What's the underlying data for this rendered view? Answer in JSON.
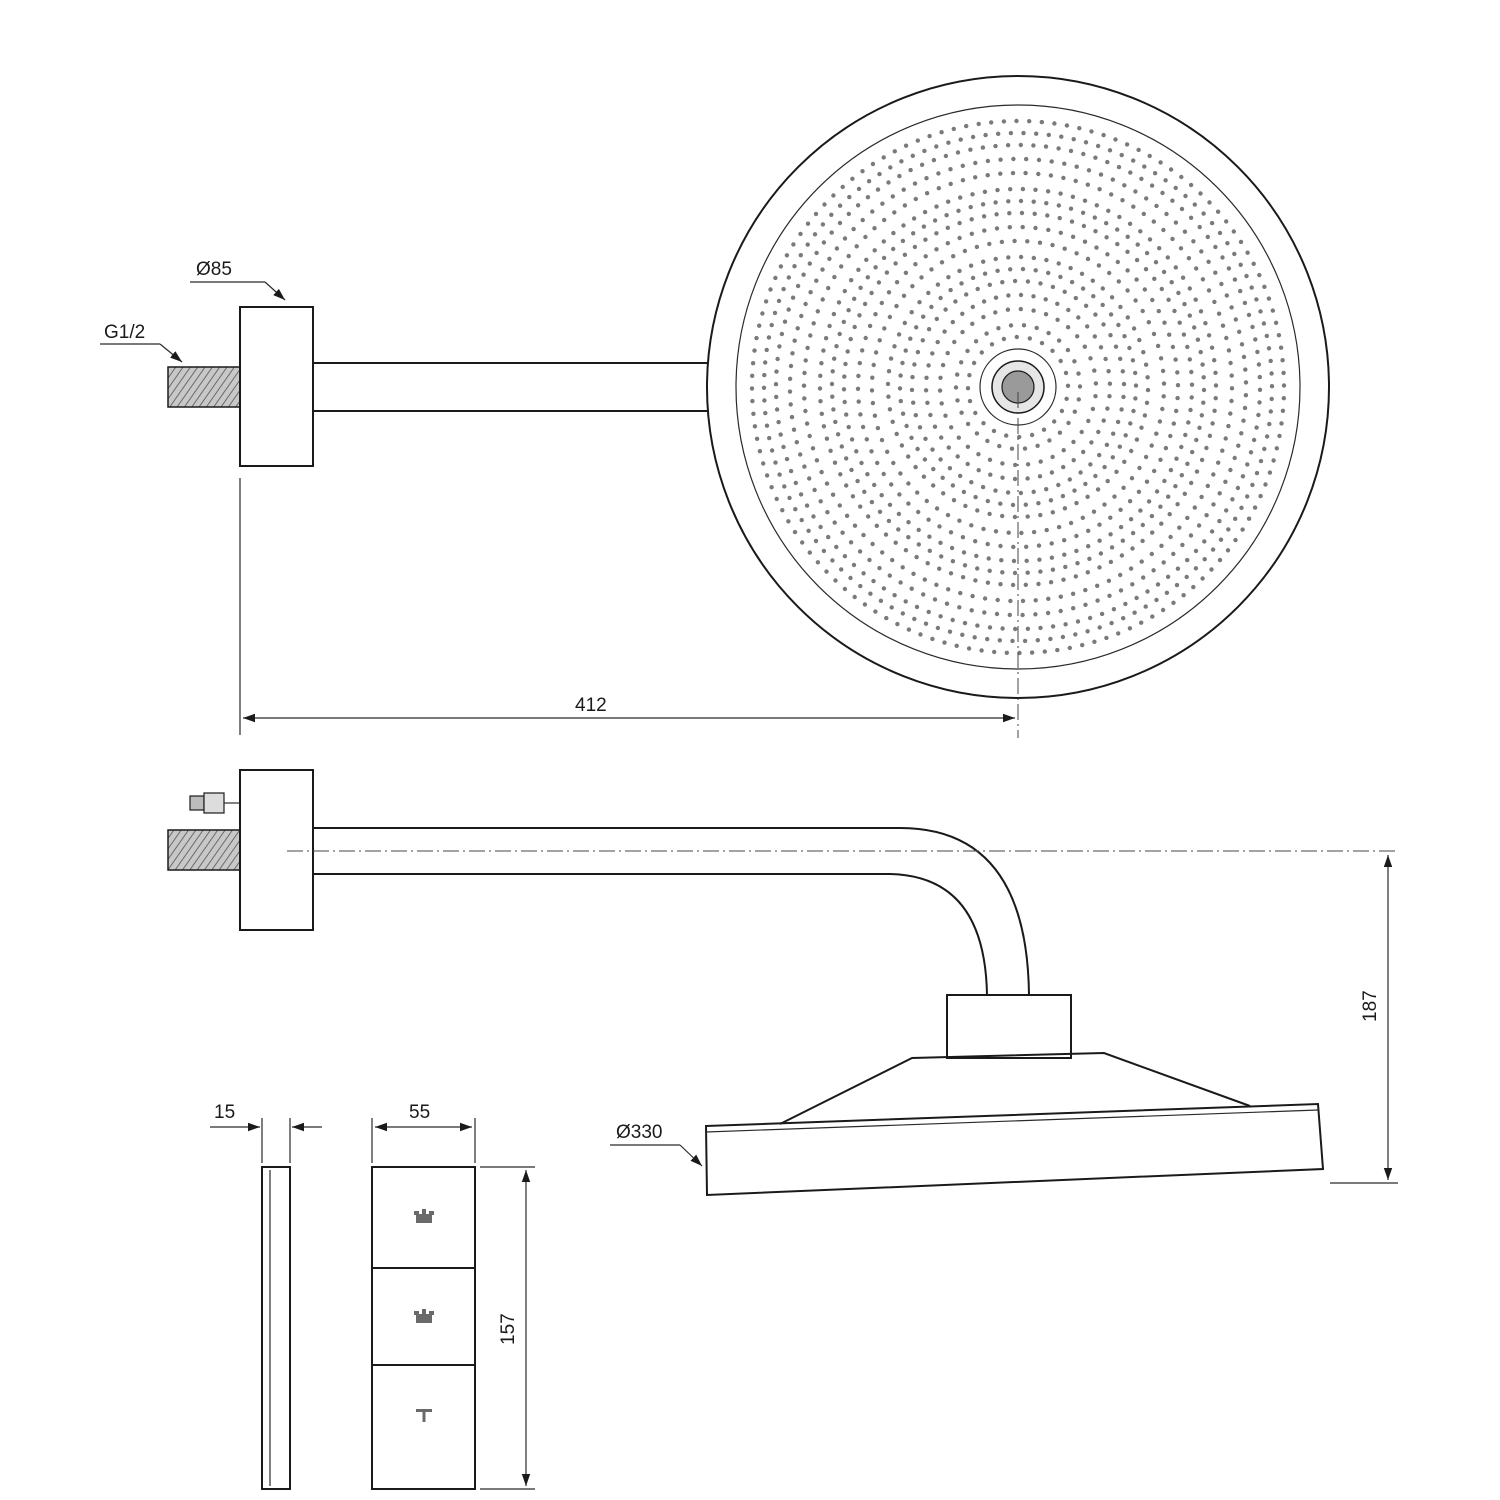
{
  "dimensions": {
    "flange_diameter": "Ø85",
    "thread": "G1/2",
    "arm_length": "412",
    "height": "187",
    "head_diameter": "Ø330",
    "control_depth": "15",
    "control_width": "55",
    "control_height": "157"
  },
  "icons": {
    "button_1": "hand-shower-icon",
    "button_2": "hand-shower-icon",
    "button_3": "overhead-shower-icon"
  }
}
